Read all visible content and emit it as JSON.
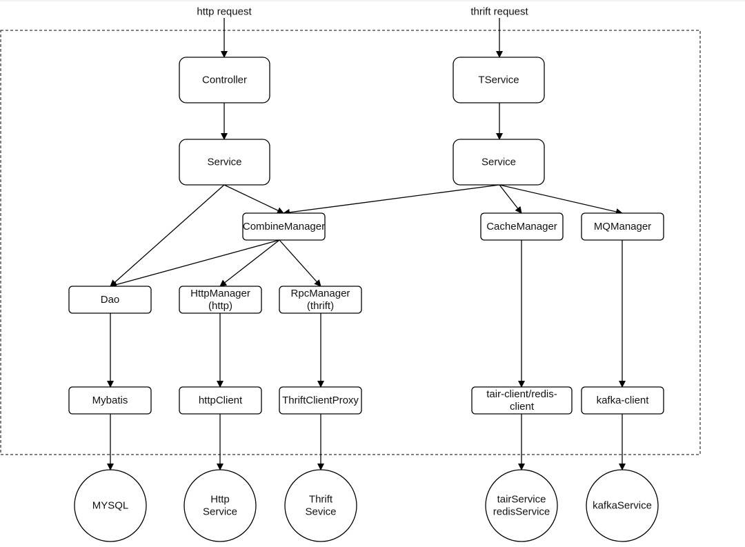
{
  "inputs": [
    {
      "id": "http_request",
      "label": "http request"
    },
    {
      "id": "thrift_request",
      "label": "thrift request"
    }
  ],
  "nodes": [
    {
      "id": "controller",
      "shape": "box",
      "lines": [
        "Controller"
      ]
    },
    {
      "id": "tservice",
      "shape": "box",
      "lines": [
        "TService"
      ]
    },
    {
      "id": "service_left",
      "shape": "box",
      "lines": [
        "Service"
      ]
    },
    {
      "id": "service_right",
      "shape": "box",
      "lines": [
        "Service"
      ]
    },
    {
      "id": "combine_manager",
      "shape": "box",
      "lines": [
        "CombineManager"
      ]
    },
    {
      "id": "cache_manager",
      "shape": "box",
      "lines": [
        "CacheManager"
      ]
    },
    {
      "id": "mq_manager",
      "shape": "box",
      "lines": [
        "MQManager"
      ]
    },
    {
      "id": "dao",
      "shape": "box",
      "lines": [
        "Dao"
      ]
    },
    {
      "id": "http_manager",
      "shape": "box",
      "lines": [
        "HttpManager",
        "(http)"
      ]
    },
    {
      "id": "rpc_manager",
      "shape": "box",
      "lines": [
        "RpcManager",
        "(thrift)"
      ]
    },
    {
      "id": "mybatis",
      "shape": "box",
      "lines": [
        "Mybatis"
      ]
    },
    {
      "id": "http_client",
      "shape": "box",
      "lines": [
        "httpClient"
      ]
    },
    {
      "id": "thrift_client_proxy",
      "shape": "box",
      "lines": [
        "ThriftClientProxy"
      ]
    },
    {
      "id": "tair_redis_client",
      "shape": "box",
      "lines": [
        "tair-client/redis-",
        "client"
      ]
    },
    {
      "id": "kafka_client",
      "shape": "box",
      "lines": [
        "kafka-client"
      ]
    },
    {
      "id": "mysql",
      "shape": "circle",
      "lines": [
        "MYSQL"
      ]
    },
    {
      "id": "http_service",
      "shape": "circle",
      "lines": [
        "Http",
        "Service"
      ]
    },
    {
      "id": "thrift_sevice",
      "shape": "circle",
      "lines": [
        "Thrift",
        "Sevice"
      ]
    },
    {
      "id": "tair_redis_service",
      "shape": "circle",
      "lines": [
        "tairService",
        "redisService"
      ]
    },
    {
      "id": "kafka_service",
      "shape": "circle",
      "lines": [
        "kafkaService"
      ]
    }
  ],
  "edges": [
    {
      "from": "http_request",
      "to": "controller"
    },
    {
      "from": "thrift_request",
      "to": "tservice"
    },
    {
      "from": "controller",
      "to": "service_left"
    },
    {
      "from": "tservice",
      "to": "service_right"
    },
    {
      "from": "service_left",
      "to": "combine_manager"
    },
    {
      "from": "service_left",
      "to": "dao"
    },
    {
      "from": "service_right",
      "to": "combine_manager"
    },
    {
      "from": "service_right",
      "to": "cache_manager"
    },
    {
      "from": "service_right",
      "to": "mq_manager"
    },
    {
      "from": "combine_manager",
      "to": "dao"
    },
    {
      "from": "combine_manager",
      "to": "http_manager"
    },
    {
      "from": "combine_manager",
      "to": "rpc_manager"
    },
    {
      "from": "dao",
      "to": "mybatis"
    },
    {
      "from": "http_manager",
      "to": "http_client"
    },
    {
      "from": "rpc_manager",
      "to": "thrift_client_proxy"
    },
    {
      "from": "cache_manager",
      "to": "tair_redis_client"
    },
    {
      "from": "mq_manager",
      "to": "kafka_client"
    },
    {
      "from": "mybatis",
      "to": "mysql"
    },
    {
      "from": "http_client",
      "to": "http_service"
    },
    {
      "from": "thrift_client_proxy",
      "to": "thrift_sevice"
    },
    {
      "from": "tair_redis_client",
      "to": "tair_redis_service"
    },
    {
      "from": "kafka_client",
      "to": "kafka_service"
    }
  ]
}
